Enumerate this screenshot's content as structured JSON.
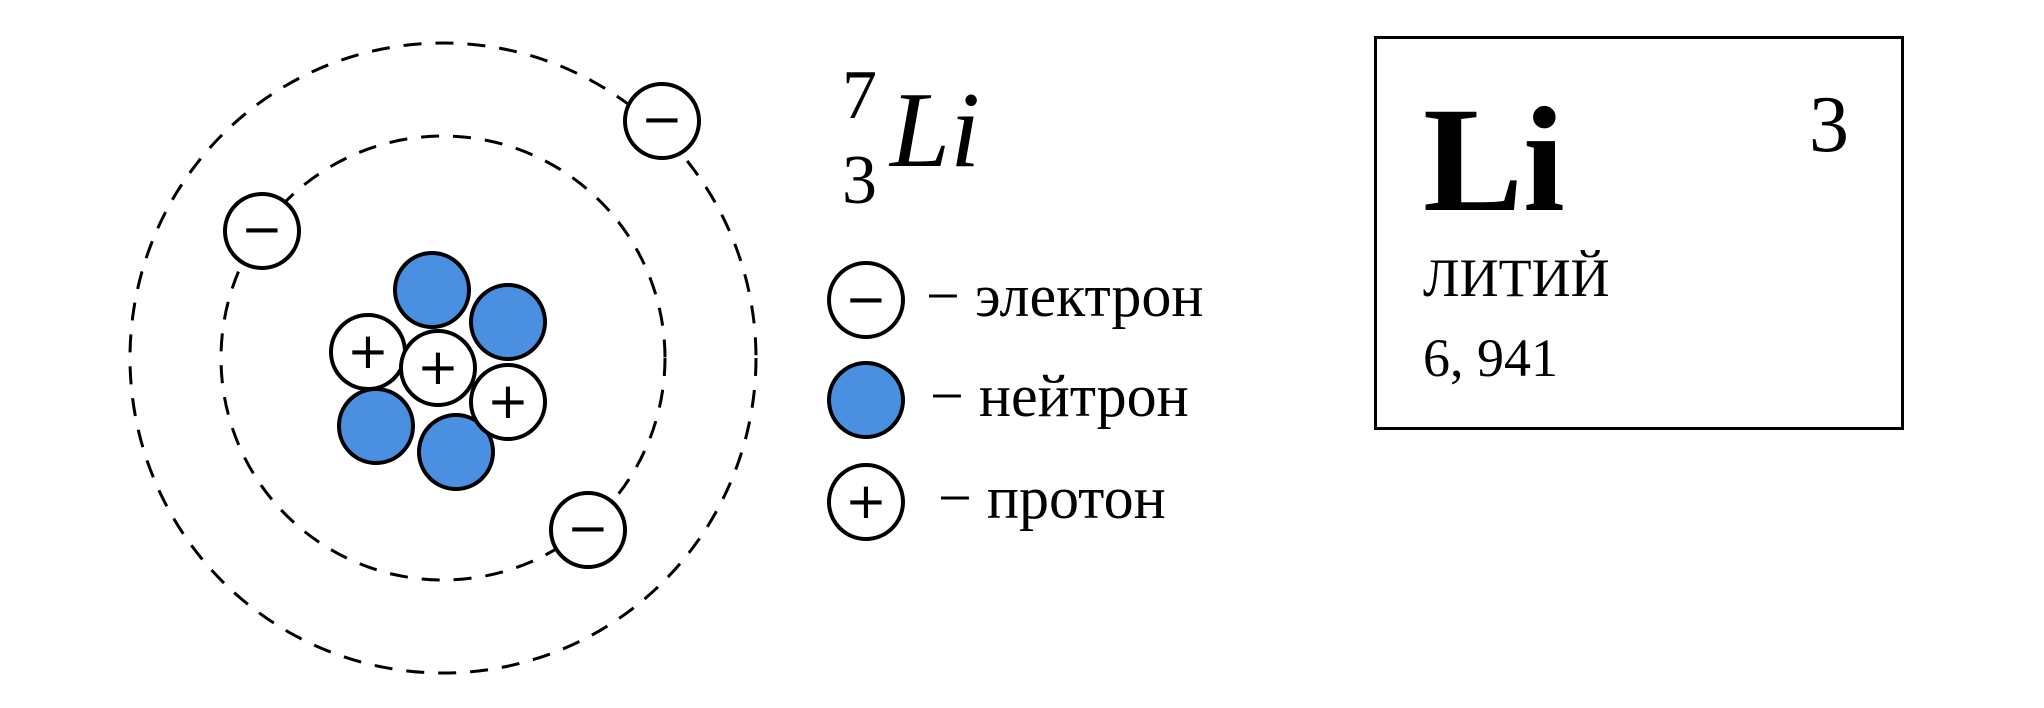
{
  "isotope": {
    "mass_number": "7",
    "atomic_number": "3",
    "symbol": "Li"
  },
  "legend": {
    "electron_label": "− электрон",
    "neutron_label": "− нейтрон",
    "proton_label": "− протон"
  },
  "particle_signs": {
    "electron": "−",
    "proton": "+"
  },
  "element_card": {
    "symbol": "Li",
    "atomic_number": "3",
    "name": "ЛИТИЙ",
    "atomic_mass": "6, 941"
  },
  "colors": {
    "neutron": "#4a8fe0",
    "stroke": "#000000",
    "background": "#ffffff"
  }
}
